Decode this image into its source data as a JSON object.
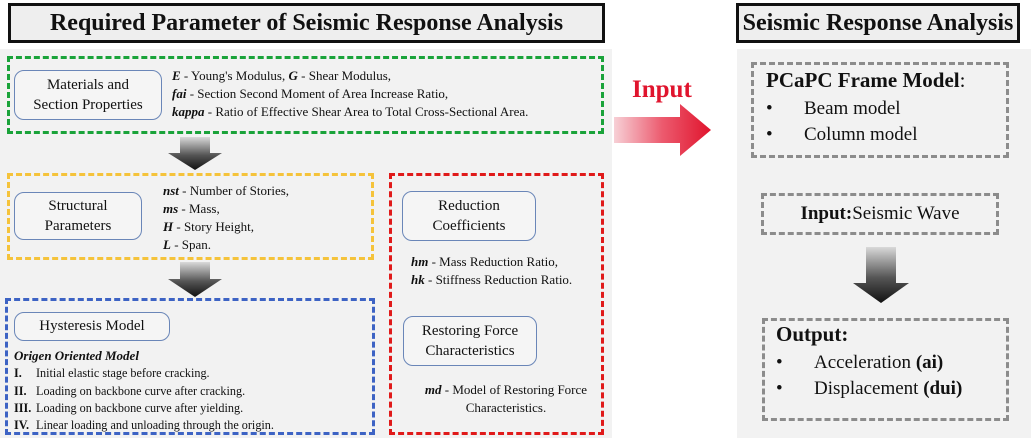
{
  "left_title": "Required Parameter of Seismic Response Analysis",
  "right_title": "Seismic Response Analysis",
  "input_label": "Input",
  "materials": {
    "label_line1": "Materials and",
    "label_line2": "Section Properties",
    "params": [
      {
        "sym": "E",
        "desc": " - Young's Modulus,  ",
        "sym2": "G",
        "desc2": " - Shear Modulus,"
      },
      {
        "sym": "fai",
        "desc": " - Section Second Moment of Area Increase Ratio,"
      },
      {
        "sym": "kappa",
        "desc": " - Ratio of Effective Shear Area to Total Cross-Sectional Area."
      }
    ]
  },
  "structural": {
    "label_line1": "Structural",
    "label_line2": "Parameters",
    "params": [
      {
        "sym": "nst",
        "desc": " - Number of Stories,"
      },
      {
        "sym": "ms",
        "desc": " - Mass,"
      },
      {
        "sym": "H",
        "desc": " - Story Height,"
      },
      {
        "sym": "L",
        "desc": " - Span."
      }
    ]
  },
  "hysteresis": {
    "label": "Hysteresis Model",
    "model_name": "Origen Oriented Model",
    "stages": [
      {
        "num": "I.",
        "text": "Initial elastic stage before cracking."
      },
      {
        "num": "II.",
        "text": "Loading on backbone curve after cracking."
      },
      {
        "num": "III.",
        "text": "Loading on backbone curve after yielding."
      },
      {
        "num": "IV.",
        "text": "Linear loading and unloading through the origin."
      }
    ]
  },
  "reduction": {
    "label_line1": "Reduction",
    "label_line2": "Coefficients",
    "params": [
      {
        "sym": "hm",
        "desc": " - Mass Reduction Ratio,"
      },
      {
        "sym": "hk",
        "desc": " - Stiffness Reduction Ratio."
      }
    ]
  },
  "restoring": {
    "label_line1": "Restoring Force",
    "label_line2": "Characteristics",
    "sym": "md",
    "desc": " - Model of Restoring Force Characteristics."
  },
  "frame_model": {
    "title": "PCaPC Frame Model",
    "colon": ":",
    "items": [
      "Beam model",
      "Column model"
    ]
  },
  "input_box": {
    "label": "Input:",
    "value": " Seismic Wave"
  },
  "output_box": {
    "label": "Output:",
    "items": [
      {
        "text": "Acceleration ",
        "sym": "(ai)"
      },
      {
        "text": "Displacement ",
        "sym": "(dui)"
      }
    ]
  },
  "bullet": "•",
  "colors": {
    "materials_border": "#1aa33a",
    "structural_border": "#f5c33b",
    "hysteresis_border": "#3d63c4",
    "reduction_border": "#e01a1a",
    "input_arrow": "#e0142d",
    "right_box_border": "#8c8c8c"
  }
}
